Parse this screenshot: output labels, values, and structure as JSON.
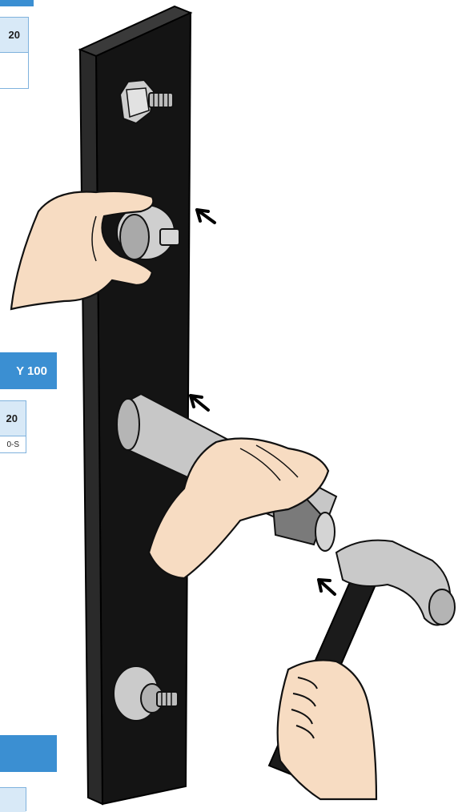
{
  "left_column": {
    "top_table_header": "20",
    "mid_banner": "Y 100",
    "mid_table_header": "20",
    "mid_table_cell": "0-S"
  },
  "colors": {
    "accent_blue": "#3b8fd2",
    "table_header": "#d8e9f7",
    "bar_black": "#151515",
    "skin": "#f7dcc2",
    "metal": "#cfcfcf"
  }
}
